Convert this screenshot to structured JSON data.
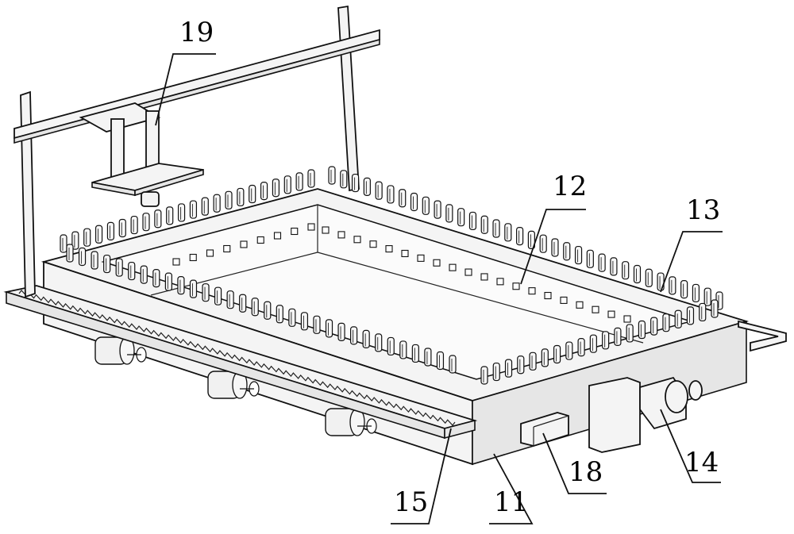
{
  "figure": {
    "callouts": [
      {
        "id": "label-19",
        "text": "19"
      },
      {
        "id": "label-12",
        "text": "12"
      },
      {
        "id": "label-13",
        "text": "13"
      },
      {
        "id": "label-14",
        "text": "14"
      },
      {
        "id": "label-18",
        "text": "18"
      },
      {
        "id": "label-15",
        "text": "15"
      },
      {
        "id": "label-11",
        "text": "11"
      }
    ]
  }
}
